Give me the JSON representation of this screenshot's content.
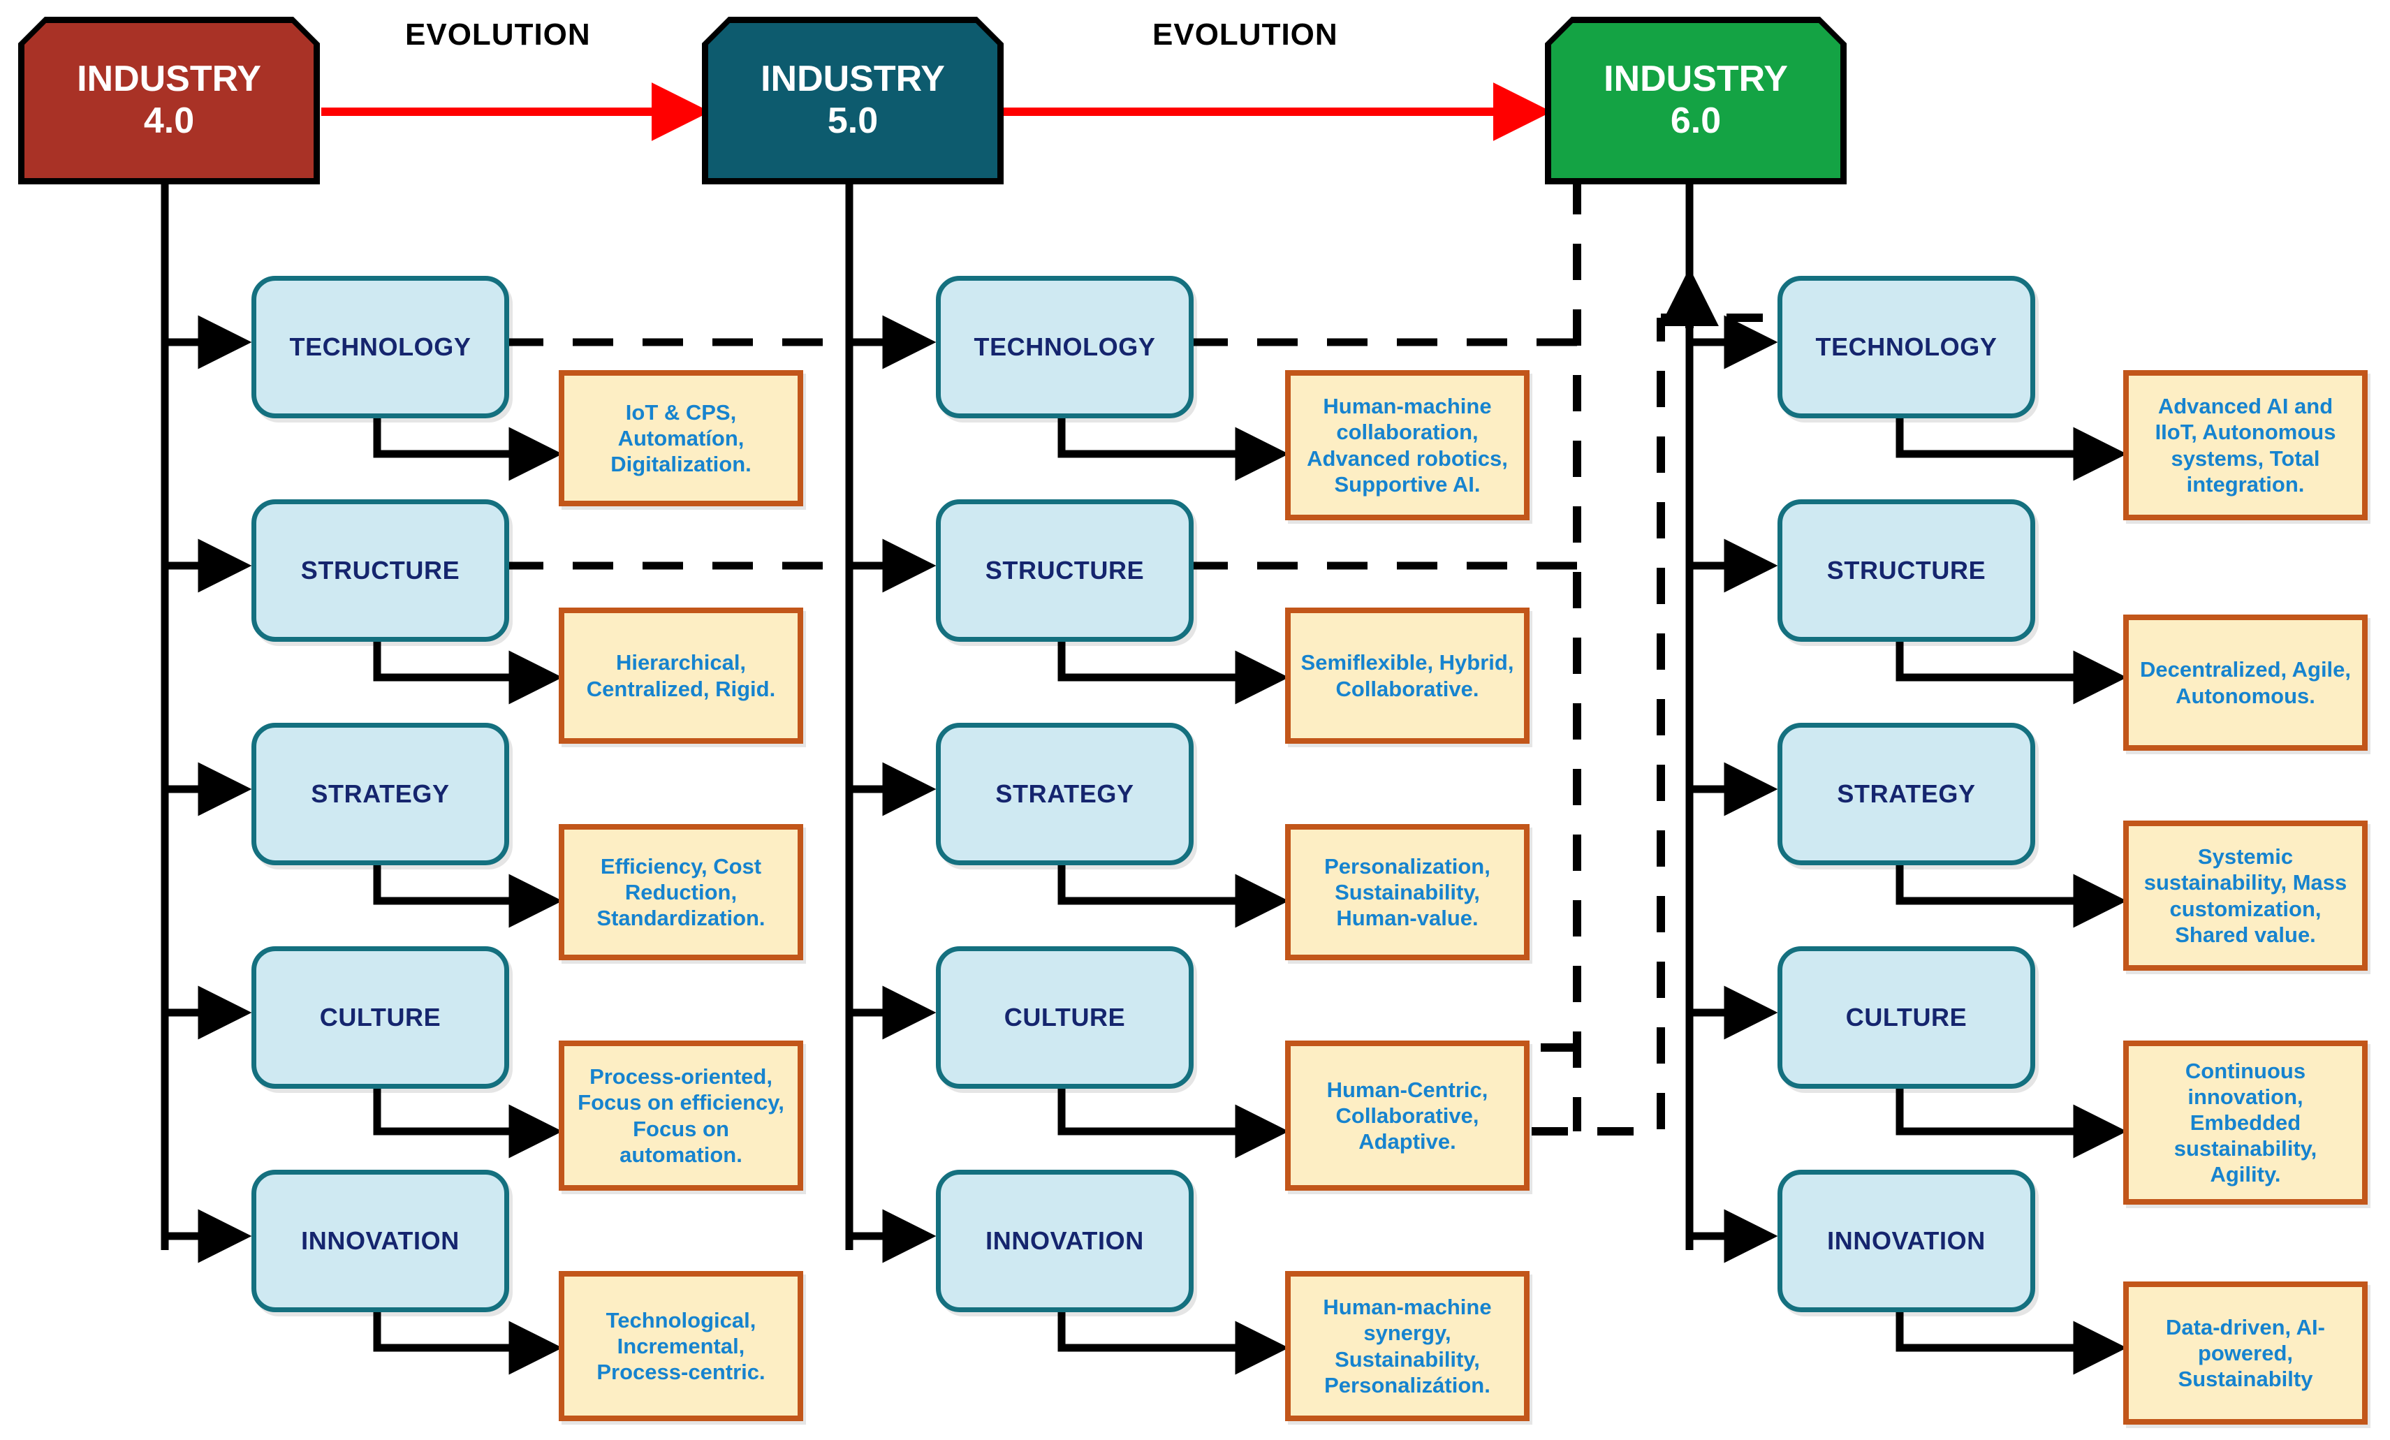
{
  "diagram": {
    "title": "Industry 4.0 to Industry 6.0 Evolution",
    "colors": {
      "industry40": "#a93226",
      "industry50": "#0d5b6e",
      "industry60": "#14a344",
      "evolution_arrow": "#ff0000",
      "dimension_fill": "#cfe9f2",
      "dimension_border": "#14707f",
      "dimension_text": "#15256e",
      "detail_fill": "#fdeec4",
      "detail_border": "#c2561a",
      "detail_text": "#1683cf",
      "connector": "#000000"
    },
    "evolution_labels": [
      {
        "text": "EVOLUTION"
      },
      {
        "text": "EVOLUTION"
      }
    ],
    "eras": [
      {
        "id": "industry40",
        "line1": "INDUSTRY",
        "line2": "4.0",
        "color": "#a93226"
      },
      {
        "id": "industry50",
        "line1": "INDUSTRY",
        "line2": "5.0",
        "color": "#0d5b6e"
      },
      {
        "id": "industry60",
        "line1": "INDUSTRY",
        "line2": "6.0",
        "color": "#14a344"
      }
    ],
    "dimension_labels": [
      "TECHNOLOGY",
      "STRUCTURE",
      "STRATEGY",
      "CULTURE",
      "INNOVATION"
    ],
    "columns": [
      {
        "era": "INDUSTRY 4.0",
        "rows": [
          {
            "dimension": "TECHNOLOGY",
            "detail": "IoT & CPS,\nAutomatíon,\nDigitalization."
          },
          {
            "dimension": "STRUCTURE",
            "detail": "Hierarchical,\nCentralized, Rigid."
          },
          {
            "dimension": "STRATEGY",
            "detail": "Efficiency, Cost\nReduction,\nStandardization."
          },
          {
            "dimension": "CULTURE",
            "detail": "Process-oriented,\nFocus on efficiency,\nFocus on\nautomation."
          },
          {
            "dimension": "INNOVATION",
            "detail": "Technological,\nIncremental,\nProcess-centric."
          }
        ]
      },
      {
        "era": "INDUSTRY 5.0",
        "rows": [
          {
            "dimension": "TECHNOLOGY",
            "detail": "Human-machine\ncollaboration,\nAdvanced robotics,\nSupportive AI."
          },
          {
            "dimension": "STRUCTURE",
            "detail": "Semiflexible, Hybrid,\nCollaborative."
          },
          {
            "dimension": "STRATEGY",
            "detail": "Personalization,\nSustainability,\nHuman-value."
          },
          {
            "dimension": "CULTURE",
            "detail": "Human-Centric,\nCollaborative,\nAdaptive."
          },
          {
            "dimension": "INNOVATION",
            "detail": "Human-machine\nsynergy,\nSustainability,\nPersonalizátion."
          }
        ]
      },
      {
        "era": "INDUSTRY 6.0",
        "rows": [
          {
            "dimension": "TECHNOLOGY",
            "detail": "Advanced AI and\nIIoT, Autonomous\nsystems, Total\nintegration."
          },
          {
            "dimension": "STRUCTURE",
            "detail": "Decentralized, Agile,\nAutonomous."
          },
          {
            "dimension": "STRATEGY",
            "detail": "Systemic\nsustainability, Mass\ncustomization,\nShared value."
          },
          {
            "dimension": "CULTURE",
            "detail": "Continuous\ninnovation,\nEmbedded\nsustainability,\nAgility."
          },
          {
            "dimension": "INNOVATION",
            "detail": "Data-driven, AI-\npowered,\nSustainabilty"
          }
        ]
      }
    ]
  }
}
